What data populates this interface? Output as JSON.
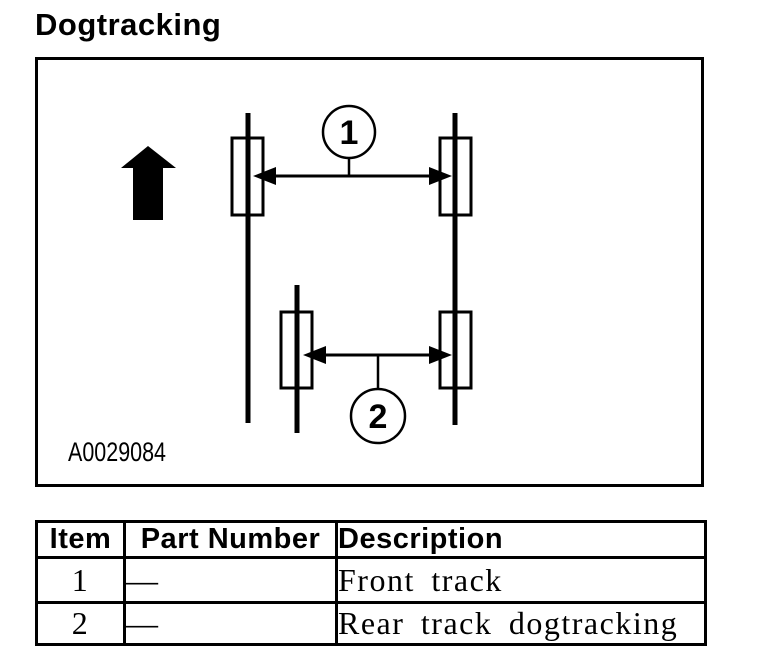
{
  "page": {
    "title": "Dogtracking"
  },
  "figure": {
    "figure_id": "A0029084",
    "direction_arrow_icon": "up-arrow",
    "callouts": [
      {
        "number": "1"
      },
      {
        "number": "2"
      }
    ]
  },
  "table": {
    "headers": [
      "Item",
      "Part Number",
      "Description"
    ],
    "rows": [
      {
        "item": "1",
        "part_number": "—",
        "description": "Front track"
      },
      {
        "item": "2",
        "part_number": "—",
        "description": "Rear track dogtracking"
      }
    ]
  },
  "colors": {
    "ink": "#000000",
    "background": "#ffffff"
  }
}
